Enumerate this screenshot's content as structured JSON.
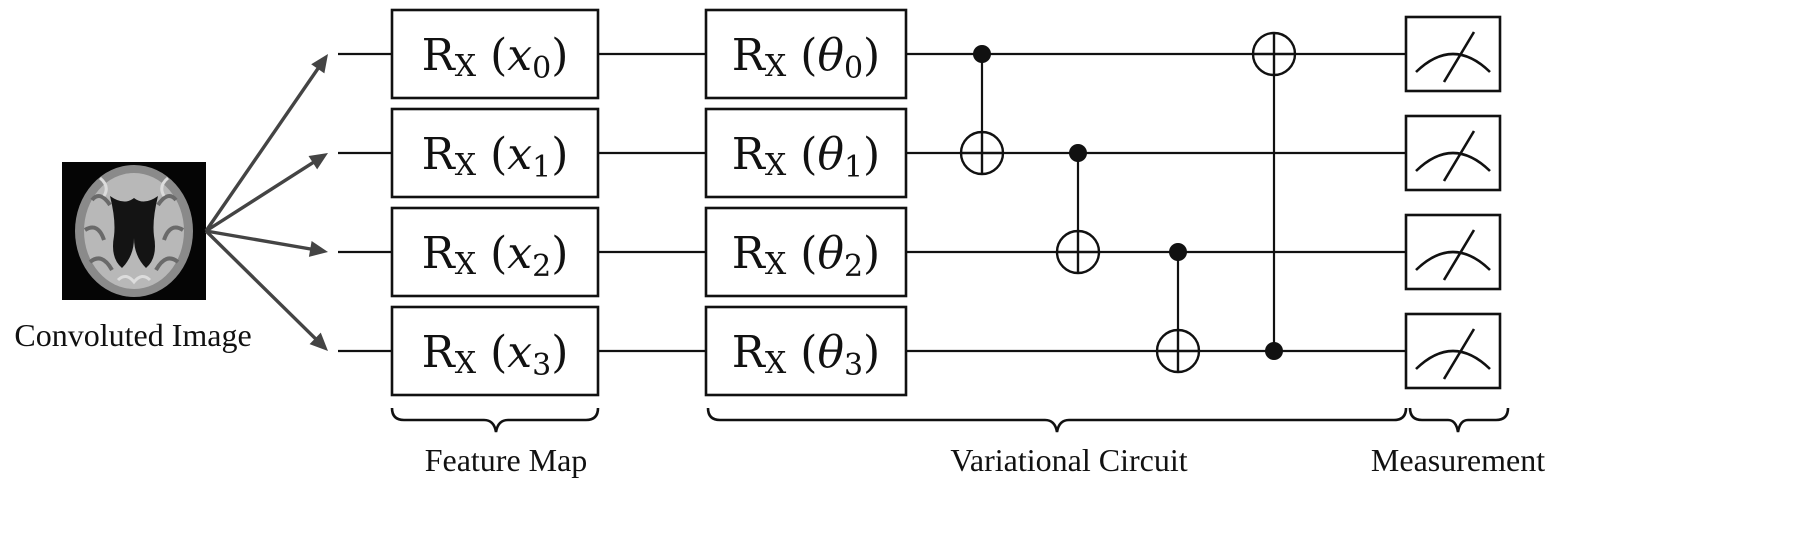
{
  "input": {
    "caption": "Convoluted Image",
    "icon": "brain-mri-slice"
  },
  "qubit_count": 4,
  "feature_gates": [
    {
      "gate": "R",
      "sub": "X",
      "arg": "x",
      "idx": "0"
    },
    {
      "gate": "R",
      "sub": "X",
      "arg": "x",
      "idx": "1"
    },
    {
      "gate": "R",
      "sub": "X",
      "arg": "x",
      "idx": "2"
    },
    {
      "gate": "R",
      "sub": "X",
      "arg": "x",
      "idx": "3"
    }
  ],
  "variational_gates": [
    {
      "gate": "R",
      "sub": "X",
      "arg": "θ",
      "idx": "0"
    },
    {
      "gate": "R",
      "sub": "X",
      "arg": "θ",
      "idx": "1"
    },
    {
      "gate": "R",
      "sub": "X",
      "arg": "θ",
      "idx": "2"
    },
    {
      "gate": "R",
      "sub": "X",
      "arg": "θ",
      "idx": "3"
    }
  ],
  "cnots": [
    {
      "control": 0,
      "target": 1
    },
    {
      "control": 1,
      "target": 2
    },
    {
      "control": 2,
      "target": 3
    },
    {
      "control": 3,
      "target": 0
    }
  ],
  "measurement_count": 4,
  "sections": {
    "feature_map": "Feature Map",
    "variational_circuit": "Variational Circuit",
    "measurement": "Measurement"
  }
}
